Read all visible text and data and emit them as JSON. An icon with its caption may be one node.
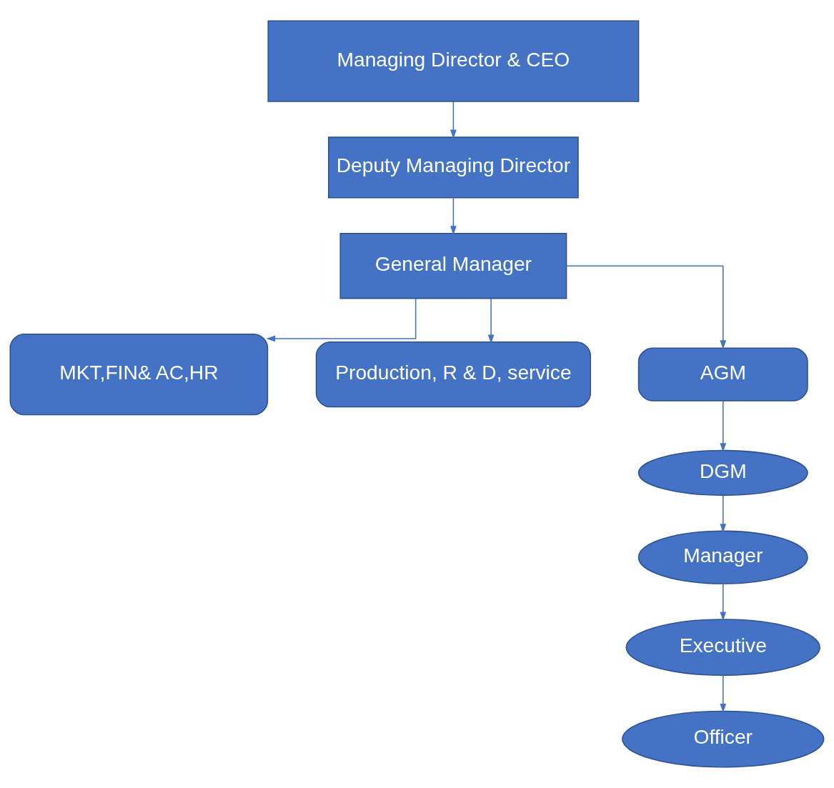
{
  "diagram": {
    "nodes": [
      {
        "text": [
          "Managing Director & CEO"
        ]
      },
      {
        "text": [
          "Deputy Managing Director"
        ]
      },
      {
        "text": [
          "General Manager"
        ]
      },
      {
        "text": [
          "MKT,FIN& AC,HR"
        ]
      },
      {
        "text": [
          "Production, R & D, service"
        ]
      },
      {
        "text": [
          "AGM"
        ]
      },
      {
        "text": [
          "DGM"
        ]
      },
      {
        "text": [
          "Manager"
        ]
      },
      {
        "text": [
          "Executive"
        ]
      },
      {
        "text": [
          "Officer"
        ]
      }
    ],
    "edges": [
      {
        "from": 0,
        "to": 1,
        "arrow": "to"
      },
      {
        "from": 1,
        "to": 2,
        "arrow": "to"
      },
      {
        "from": 2,
        "to": 3,
        "arrow": "to"
      },
      {
        "from": 2,
        "to": 5,
        "arrow": "to"
      },
      {
        "from": 2,
        "to": 4,
        "arrow": "to"
      },
      {
        "from": 5,
        "to": 6,
        "arrow": "to"
      },
      {
        "from": 6,
        "to": 7,
        "arrow": "to"
      },
      {
        "from": 7,
        "to": 8,
        "arrow": "to"
      },
      {
        "from": 8,
        "to": 9,
        "arrow": "to"
      }
    ]
  }
}
